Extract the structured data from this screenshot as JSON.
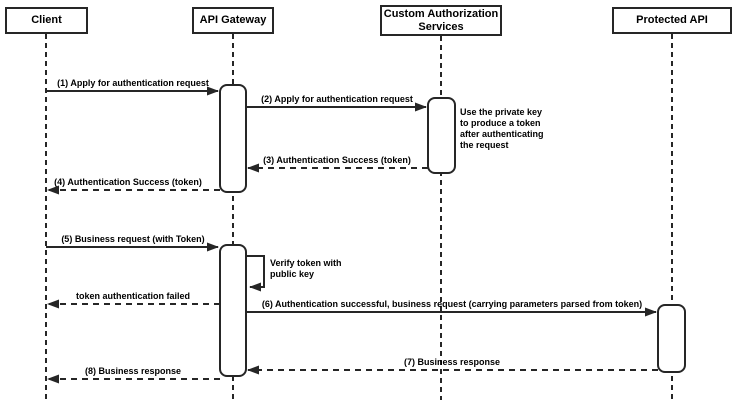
{
  "diagram": {
    "type": "sequence-diagram",
    "colors": {
      "line": "#262626",
      "text": "#000000",
      "background": "#ffffff",
      "activation_fill": "#ffffff"
    },
    "participants": [
      {
        "id": "client",
        "label": "Client"
      },
      {
        "id": "api-gateway",
        "label": "API Gateway"
      },
      {
        "id": "custom-authorization-services",
        "label": "Custom Authorization Services"
      },
      {
        "id": "protected-api",
        "label": "Protected API"
      }
    ],
    "messages": [
      {
        "seq": "1",
        "label": "(1) Apply for authentication request",
        "from": "Client",
        "to": "API Gateway",
        "style": "solid"
      },
      {
        "seq": "2",
        "label": "(2) Apply for authentication request",
        "from": "API Gateway",
        "to": "Custom Authorization Services",
        "style": "solid"
      },
      {
        "seq": "3",
        "label": "(3) Authentication Success (token)",
        "from": "Custom Authorization Services",
        "to": "API Gateway",
        "style": "dashed"
      },
      {
        "seq": "4",
        "label": "(4) Authentication Success (token)",
        "from": "API Gateway",
        "to": "Client",
        "style": "dashed"
      },
      {
        "seq": "5",
        "label": "(5) Business request (with Token)",
        "from": "Client",
        "to": "API Gateway",
        "style": "solid"
      },
      {
        "seq": "",
        "label": "Verify token with public key",
        "from": "API Gateway",
        "to": "API Gateway",
        "style": "self-loop"
      },
      {
        "seq": "",
        "label": "token authentication failed",
        "from": "API Gateway",
        "to": "Client",
        "style": "dashed"
      },
      {
        "seq": "6",
        "label": "(6) Authentication successful, business request (carrying parameters parsed from token)",
        "from": "API Gateway",
        "to": "Protected API",
        "style": "solid"
      },
      {
        "seq": "7",
        "label": "(7) Business response",
        "from": "Protected API",
        "to": "API Gateway",
        "style": "dashed"
      },
      {
        "seq": "8",
        "label": "(8) Business response",
        "from": "API Gateway",
        "to": "Client",
        "style": "dashed"
      }
    ],
    "notes": [
      {
        "attached_to": "Custom Authorization Services",
        "text": "Use the private key to produce a token after authenticating the request"
      }
    ]
  }
}
